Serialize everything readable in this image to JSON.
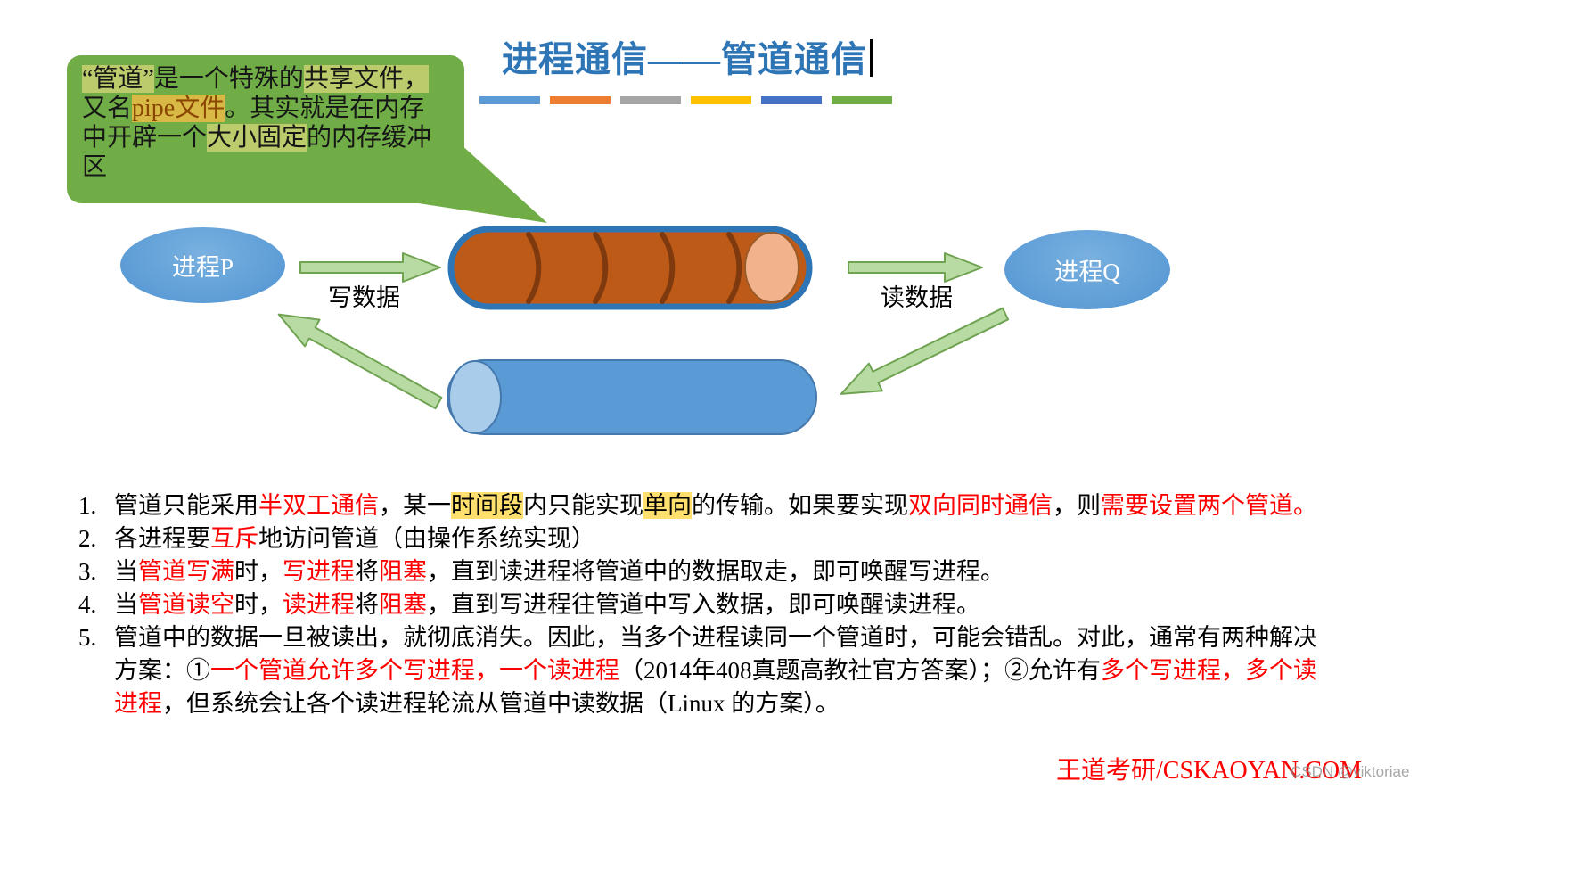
{
  "title": "进程通信——管道通信",
  "decoration_bars": [
    "#5B9BD5",
    "#ED7D31",
    "#A5A5A5",
    "#FFC000",
    "#4472C4",
    "#70AD47"
  ],
  "colors": {
    "title_blue": "#2E75B6",
    "bubble_green": "#70AD47",
    "hl_green": "#BCCB6B",
    "hl_pipe_bg": "#D9B945",
    "hl_pipe_text": "#8A4500",
    "hl_yellow": "#FFDF6E",
    "em_red": "#FF0000",
    "process_fill": "#5B9BD5",
    "pipe_body": "#BE5A17",
    "pipe_cap": "#F2B28C",
    "pipe_outline": "#2E75B6",
    "ring_dark": "#7E3A0E",
    "cyl_body": "#5B9BD5",
    "cyl_cap": "#A8CCEA",
    "cyl_outline": "#4579AE",
    "arrow_fill": "#B7DBA2",
    "arrow_stroke": "#6FA352",
    "brand_red": "#FF0000",
    "watermark_gray": "#8A8A8A"
  },
  "callout": {
    "runs": [
      {
        "t": "“管道”",
        "s": "hlg"
      },
      {
        "t": "是一个特殊的",
        "s": ""
      },
      {
        "t": "共享文件，",
        "s": "hlg"
      },
      {
        "t": "又名",
        "s": ""
      },
      {
        "t": "pipe文件",
        "s": "hlp"
      },
      {
        "t": "。其实就是在内存中开辟一个",
        "s": ""
      },
      {
        "t": "大小固定",
        "s": "hlg"
      },
      {
        "t": "的内存缓冲区",
        "s": ""
      }
    ]
  },
  "diagram": {
    "process_left": "进程P",
    "process_right": "进程Q",
    "write_label": "写数据",
    "read_label": "读数据"
  },
  "notes": {
    "items": [
      {
        "n": "1.",
        "runs": [
          {
            "t": "管道只能采用",
            "s": ""
          },
          {
            "t": "半双工通信",
            "s": "red"
          },
          {
            "t": "，某一",
            "s": ""
          },
          {
            "t": "时间段",
            "s": "hl"
          },
          {
            "t": "内只能实现",
            "s": ""
          },
          {
            "t": "单向",
            "s": "hl"
          },
          {
            "t": "的传输。如果要实现",
            "s": ""
          },
          {
            "t": "双向同时通信",
            "s": "red"
          },
          {
            "t": "，则",
            "s": ""
          },
          {
            "t": "需要设置两个管道。",
            "s": "red"
          }
        ]
      },
      {
        "n": "2.",
        "runs": [
          {
            "t": "各进程要",
            "s": ""
          },
          {
            "t": "互斥",
            "s": "red"
          },
          {
            "t": "地访问管道（由操作系统实现）",
            "s": ""
          }
        ]
      },
      {
        "n": "3.",
        "runs": [
          {
            "t": "当",
            "s": ""
          },
          {
            "t": "管道写满",
            "s": "red"
          },
          {
            "t": "时，",
            "s": ""
          },
          {
            "t": "写进程",
            "s": "red"
          },
          {
            "t": "将",
            "s": ""
          },
          {
            "t": "阻塞",
            "s": "red"
          },
          {
            "t": "，直到读进程将管道中的数据取走，即可唤醒写进程。",
            "s": ""
          }
        ]
      },
      {
        "n": "4.",
        "runs": [
          {
            "t": "当",
            "s": ""
          },
          {
            "t": "管道读空",
            "s": "red"
          },
          {
            "t": "时，",
            "s": ""
          },
          {
            "t": "读进程",
            "s": "red"
          },
          {
            "t": "将",
            "s": ""
          },
          {
            "t": "阻塞",
            "s": "red"
          },
          {
            "t": "，直到写进程往管道中写入数据，即可唤醒读进程。",
            "s": ""
          }
        ]
      },
      {
        "n": "5.",
        "runs": [
          {
            "t": "管道中的数据一旦被读出，就彻底消失。因此，当多个进程读同一个管道时，可能会错乱。对此，通常有两种解决方案：①",
            "s": ""
          },
          {
            "t": "一个管道允许多个写进程，一个读进程",
            "s": "red"
          },
          {
            "t": "（2014年408真题高教社官方答案）；②允许有",
            "s": ""
          },
          {
            "t": "多个写进程，多个读进程",
            "s": "red"
          },
          {
            "t": "，但系统会让各个读进程轮流从管道中读数据（Linux 的方案）。",
            "s": ""
          }
        ]
      }
    ]
  },
  "footer": {
    "brand": "王道考研/CSKAOYAN.COM",
    "watermark": "CSDN @viktoriae"
  }
}
